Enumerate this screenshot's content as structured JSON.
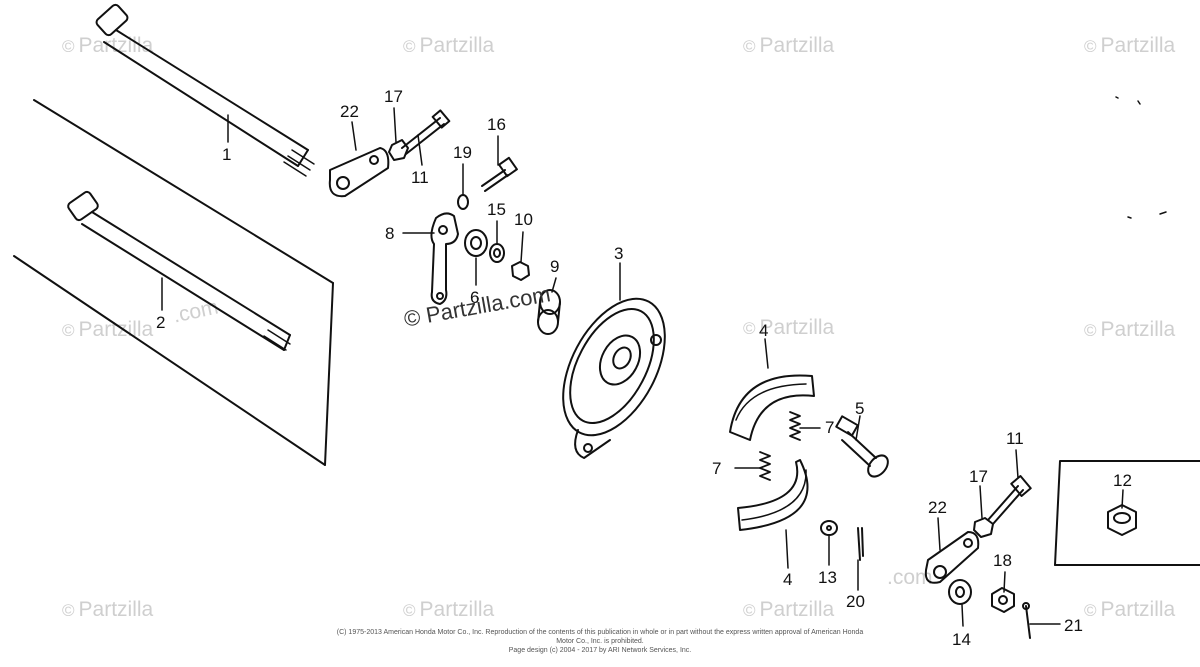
{
  "watermark": {
    "symbol": "©",
    "brand": "Partzilla",
    "domain_suffix": ".com"
  },
  "center_watermark": "© Partzilla.com",
  "callouts": [
    "1",
    "2",
    "3",
    "4",
    "4",
    "5",
    "6",
    "7",
    "7",
    "8",
    "9",
    "10",
    "11",
    "11",
    "12",
    "13",
    "14",
    "15",
    "16",
    "17",
    "17",
    "18",
    "19",
    "20",
    "21",
    "22",
    "22"
  ],
  "copyright": {
    "line1": "(C) 1975-2013 American Honda Motor Co., Inc. Reproduction of the contents of this publication in whole or in part without the express written approval of American Honda Motor Co., Inc. is prohibited.",
    "line2": "Page design (c) 2004 - 2017 by ARI Network Services, Inc."
  },
  "colors": {
    "ink": "#111111",
    "watermark": "#cfcfcf",
    "background": "#ffffff"
  }
}
